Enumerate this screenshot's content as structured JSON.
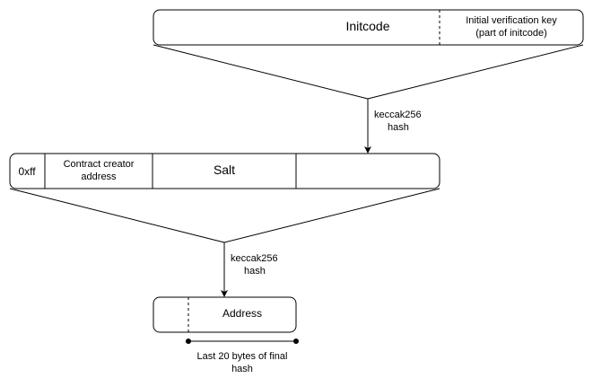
{
  "initcode_box": {
    "main_label": "Initcode",
    "key_label_line1": "Initial verification key",
    "key_label_line2": "(part of initcode)"
  },
  "hash_step_1": {
    "label_line1": "keccak256",
    "label_line2": "hash"
  },
  "preimage_box": {
    "prefix_label": "0xff",
    "creator_line1": "Contract creator",
    "creator_line2": "address",
    "salt_label": "Salt"
  },
  "hash_step_2": {
    "label_line1": "keccak256",
    "label_line2": "hash"
  },
  "address_box": {
    "label": "Address"
  },
  "bytes_note": {
    "line1": "Last 20 bytes of final",
    "line2": "hash"
  }
}
